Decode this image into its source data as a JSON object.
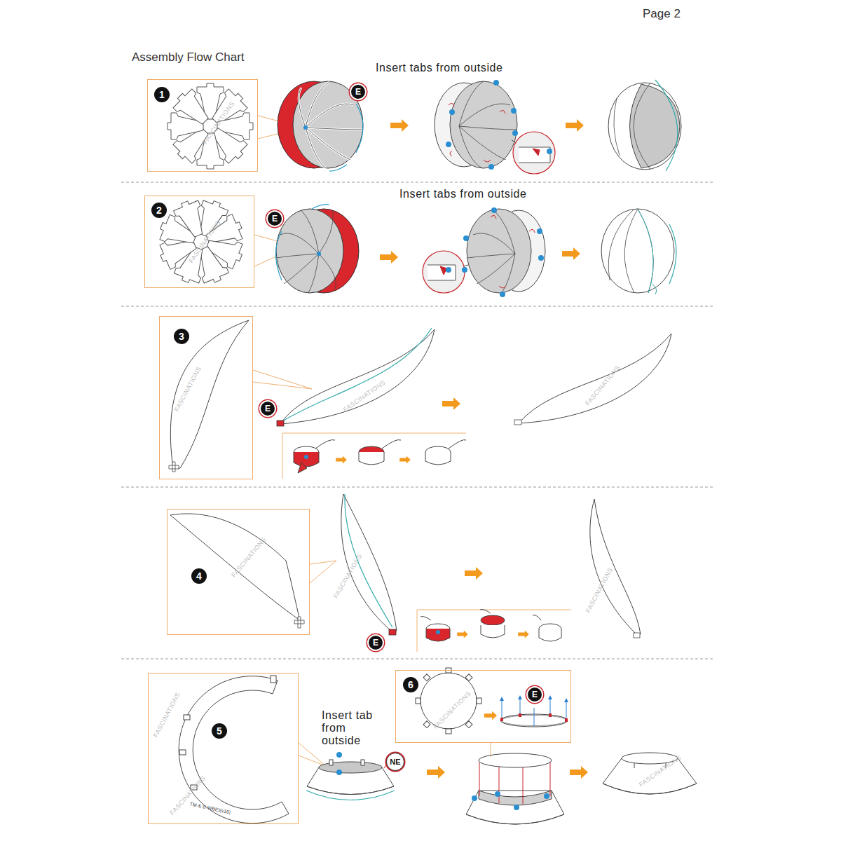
{
  "diagram": {
    "title": "Assembly Flow Chart",
    "nodes": [
      {
        "text": [
          "1"
        ]
      },
      {
        "text": [
          "2"
        ]
      },
      {
        "text": [
          "3"
        ]
      },
      {
        "text": [
          "4"
        ]
      },
      {
        "text": [
          "5"
        ]
      },
      {
        "text": [
          "6"
        ]
      }
    ],
    "labels": [
      "Page 2",
      "Insert tabs from outside",
      "E",
      "Insert tabs from outside",
      "E",
      "E",
      "E",
      "Insert tab from outside",
      "NE",
      "E",
      "TM & © WBEI(s16)",
      "FASCINATIONS",
      "FASCINATIONS",
      "FASCINATIONS",
      "FASCINATIONS",
      "FASCINATIONS",
      "FASCINATIONS",
      "FASCINATIONS",
      "FASCINATIONS",
      "FASCINATIONS",
      "FASCINATIONS",
      "FASCINATIONS",
      "FASCINATIONS"
    ]
  }
}
